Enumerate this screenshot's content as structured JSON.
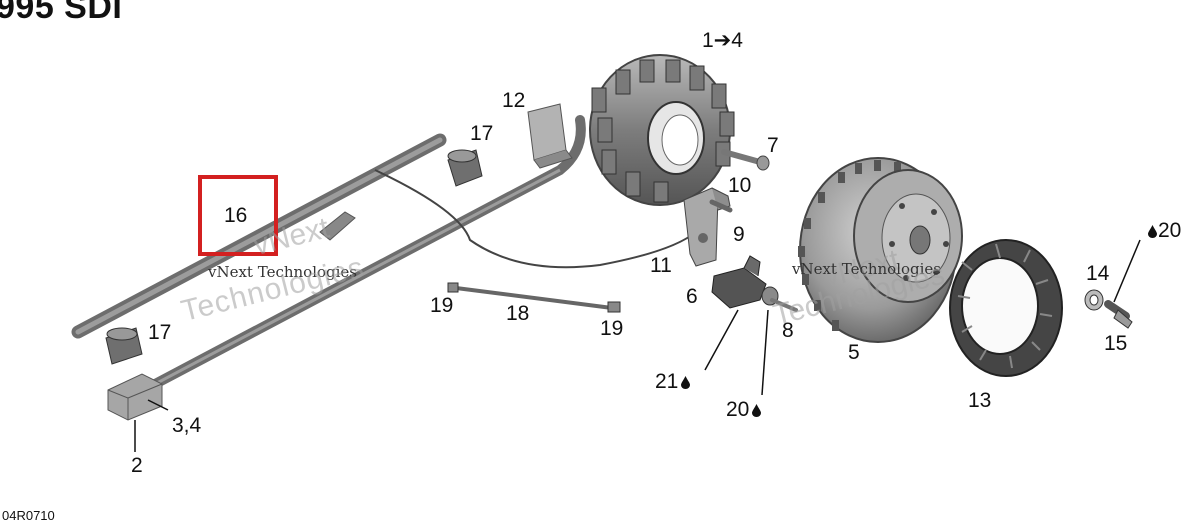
{
  "diagram": {
    "title": "995 SDI",
    "reference": "04R0710",
    "labels": {
      "l_1_4": "1➔4",
      "l_2": "2",
      "l_3_4": "3,4",
      "l_5": "5",
      "l_6": "6",
      "l_7": "7",
      "l_8": "8",
      "l_9": "9",
      "l_10": "10",
      "l_11": "11",
      "l_12": "12",
      "l_13": "13",
      "l_14": "14",
      "l_15": "15",
      "l_16": "16",
      "l_17a": "17",
      "l_17b": "17",
      "l_18": "18",
      "l_19a": "19",
      "l_19b": "19",
      "l_20a": "20",
      "l_20b": "20",
      "l_21": "21"
    },
    "highlight": {
      "label": "16",
      "color": "#d32020"
    },
    "watermark": {
      "line1": "vNext Technologies",
      "line2": "Technologies",
      "line3": "vNext"
    }
  }
}
